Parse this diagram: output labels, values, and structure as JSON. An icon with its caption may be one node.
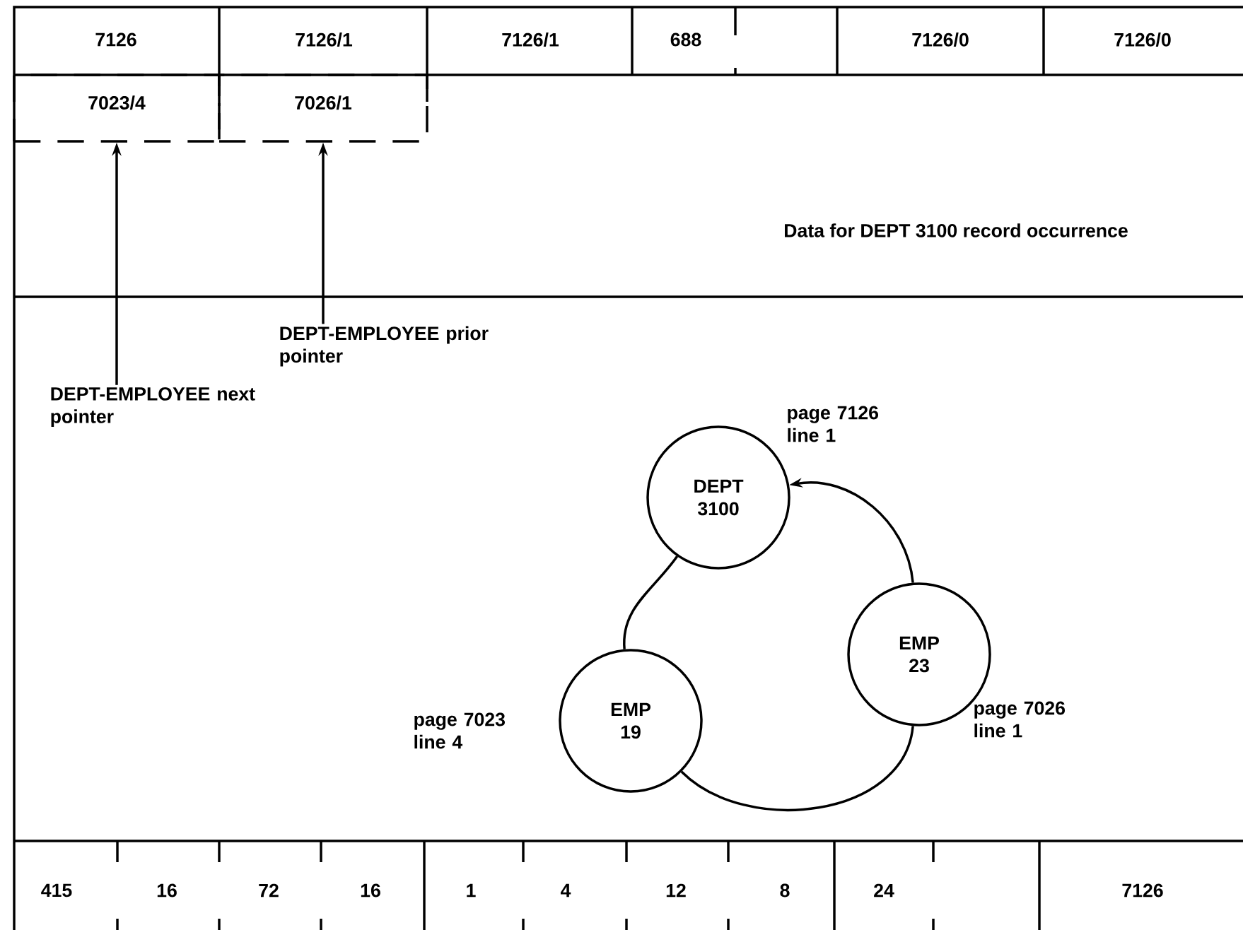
{
  "diagram": {
    "nodes": [
      {
        "text": [
          "7023/4"
        ]
      },
      {
        "text": [
          "7026/1"
        ]
      },
      {
        "text": [
          "DEPT-EMPLOYEE prior pointer"
        ]
      },
      {
        "text": [
          "DEPT-EMPLOYEE next pointer"
        ]
      },
      {
        "text": [
          "DEPT 3100"
        ],
        "beside": [
          "page 7126 line 1"
        ]
      },
      {
        "text": [
          "EMP 23"
        ],
        "beside": [
          "page 7026 line 1"
        ]
      },
      {
        "text": [
          "EMP 19"
        ],
        "beside": [
          "page 7023 line 4"
        ]
      }
    ],
    "edges": [
      {
        "from": 3,
        "to": 0,
        "arrow": "to"
      },
      {
        "from": 2,
        "to": 1,
        "arrow": "to"
      },
      {
        "from": 5,
        "to": 4,
        "arrow": "to"
      },
      {
        "from": 4,
        "to": 6,
        "arrow": "none"
      },
      {
        "from": 6,
        "to": 5,
        "arrow": "none"
      }
    ],
    "labels": [
      "7126",
      "7126/1",
      "7126/1",
      "688",
      "7126/0",
      "7126/0",
      "Data for DEPT 3100 record occurrence",
      "415",
      "16",
      "72",
      "16",
      "1",
      "4",
      "12",
      "8",
      "24",
      "7126"
    ]
  }
}
